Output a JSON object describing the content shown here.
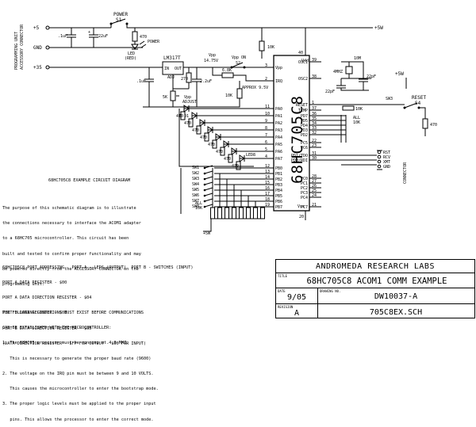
{
  "left_connector": {
    "label_line1": "PROGRAMMING UNIT",
    "label_line2": "ACCESSORY CONNECTOR",
    "pins": [
      "+5",
      "GND",
      "+35"
    ]
  },
  "power_circuit": {
    "switch_label": "POWER",
    "switch_ref": "S1",
    "cap1": ".1uF",
    "cap2": "22uF",
    "resistor": "470",
    "led_label": "LED",
    "led_color": "(RED)",
    "led_name": "POWER"
  },
  "vpp_circuit": {
    "regulator": "LM317T",
    "reg_in": "IN",
    "reg_out": "OUT",
    "reg_adj": "ADJ",
    "cap_in": ".1uF",
    "cap_out": "2.2uF",
    "r_top": "270",
    "r_adj": "5K",
    "adjust_label_1": "Vpp",
    "adjust_label_2": "ADJUST",
    "vpp_label": "Vpp",
    "vpp_volts": "14.75V",
    "r_vpp": "6.8K",
    "vpp_on_label": "Vpp ON",
    "vpp_switch": "S2",
    "approx": "APPROX 9.5V",
    "r_10k_a": "10K",
    "r_10k_b": "10K"
  },
  "supply_label": "+5W",
  "mcu": {
    "part": "68HC705C8",
    "vdd": "Vdd",
    "vss": "Vss",
    "pin_vdd": "40",
    "pin_vss": "20",
    "left_pins": [
      {
        "num": "3",
        "name": "Vpp"
      },
      {
        "num": "2",
        "name": "IRQ"
      },
      {
        "num": "11",
        "name": "PA0"
      },
      {
        "num": "10",
        "name": "PA1"
      },
      {
        "num": "9",
        "name": "PA2"
      },
      {
        "num": "8",
        "name": "PA3"
      },
      {
        "num": "7",
        "name": "PA4"
      },
      {
        "num": "6",
        "name": "PA5"
      },
      {
        "num": "5",
        "name": "PA6"
      },
      {
        "num": "4",
        "name": "PA7"
      },
      {
        "num": "12",
        "name": "PB0"
      },
      {
        "num": "13",
        "name": "PB1"
      },
      {
        "num": "14",
        "name": "PB2"
      },
      {
        "num": "15",
        "name": "PB3"
      },
      {
        "num": "16",
        "name": "PB4"
      },
      {
        "num": "17",
        "name": "PB5"
      },
      {
        "num": "18",
        "name": "PB6"
      },
      {
        "num": "19",
        "name": "PB7"
      }
    ],
    "right_pins": [
      {
        "num": "39",
        "name": "OSC1"
      },
      {
        "num": "38",
        "name": "OSC2"
      },
      {
        "num": "1",
        "name": "RESET"
      },
      {
        "num": "37",
        "name": "TCMP"
      },
      {
        "num": "36",
        "name": "PD7"
      },
      {
        "num": "35",
        "name": "PD5"
      },
      {
        "num": "34",
        "name": "PD4"
      },
      {
        "num": "33",
        "name": "PD3"
      },
      {
        "num": "32",
        "name": "PD2"
      },
      {
        "num": "22",
        "name": "PC5"
      },
      {
        "num": "23",
        "name": "PC6"
      },
      {
        "num": "31",
        "name": "PD1/TDO"
      },
      {
        "num": "30",
        "name": "PD0/RDI"
      },
      {
        "num": "28",
        "name": "PC0"
      },
      {
        "num": "27",
        "name": "PC1"
      },
      {
        "num": "26",
        "name": "PC2"
      },
      {
        "num": "25",
        "name": "PC3"
      },
      {
        "num": "24",
        "name": "PC4"
      },
      {
        "num": "21",
        "name": "PC7"
      }
    ]
  },
  "osc": {
    "crystal": "4MHZ",
    "cap_a": "22pF",
    "cap_b": "22pF",
    "r_osc": "10M"
  },
  "reset_circuit": {
    "supply": "+5W",
    "label": "RESET",
    "switch_ref": "S4",
    "switch_s3": "SW3",
    "r_470": "470",
    "r_10k": "10K",
    "r_all": "ALL",
    "r_all_val": "10K"
  },
  "right_connector": {
    "pins": [
      "RST",
      "RCV",
      "XMT",
      "GND"
    ],
    "label_line1": "CONNECTOR"
  },
  "leds": {
    "group_label": "LED1",
    "last_label": "LED8",
    "resistor": "470",
    "count": 8
  },
  "switches": {
    "labels": [
      "SW1",
      "SW2",
      "SW3",
      "SW4",
      "SW5",
      "SW6",
      "SW7",
      "SW8"
    ],
    "pullup_all": "ALL",
    "pullup_val": "10K",
    "supply": "+5W"
  },
  "description": {
    "title": "68HC705C8 EXAMPLE CIRCUIT DIAGRAM",
    "para1": [
      "The purpose of this schematic diagram is to illustrate",
      "the connections necessary to interface the ACOM1 adapter",
      "to a 68HC705 microcontroller. This circuit has been",
      "built and tested to confirm proper functionality and may",
      "be powered directly from the ACCESSORY CONNECTOR on the",
      "programming unit."
    ],
    "para2_head": [
      "THE FOLLOWING CONDITIONS MUST EXIST BEFORE COMMUNICATIONS",
      "CAN BE ESTABLISHED WITH THE MICROCONTROLLER:"
    ],
    "items": [
      "1. The 68HC05 processor must be running at 4.0 MHZ.",
      "   This is necessary to generate the proper baud rate (9600)",
      "2. The voltage on the IRQ pin must be between 9 and 10 VOLTS.",
      "   This causes the microcontroller to enter the bootstrap mode.",
      "3. The proper logic levels must be applied to the proper input",
      "   pins. This allows the processor to enter the correct mode."
    ]
  },
  "port_addressing": {
    "header": "68HC705C8 PORT ADDRESSING   PORT A - LEDS (OUTPUT)  PORT B - SWITCHES (INPUT)",
    "lines": [
      "PORT A DATA REGISTER - $00",
      "PORT A DATA DIRECTION REGISTER - $04",
      "PORT B DATA REGISTER - $01",
      "PORT B DATA DIRECTION REGISTER - $05",
      "(DATA DIRECTION REGISTER - $FF FOR OUTPUT - $00 FOR INPUT)"
    ]
  },
  "title_block": {
    "company": "ANDROMEDA RESEARCH LABS",
    "title_label": "TITLE",
    "title": "68HC705C8 ACOM1 COMM EXAMPLE",
    "date_label": "DATE",
    "date": "9/05",
    "drawing_label": "DRAWING NO.",
    "drawing_no": "DW10037-A",
    "revision_label": "REVISION",
    "revision": "A",
    "file": "705C8EX.SCH"
  }
}
